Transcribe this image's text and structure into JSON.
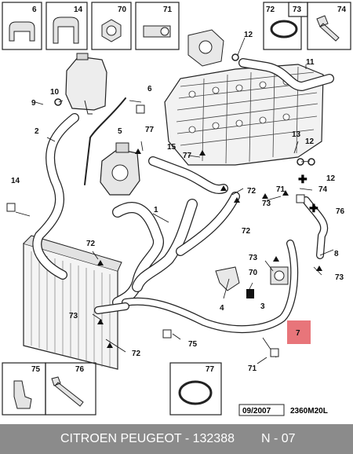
{
  "part_boxes": {
    "b6": "6",
    "b14": "14",
    "b70": "70",
    "b71": "71",
    "b72": "72",
    "b73": "73",
    "b74": "74",
    "b75": "75",
    "b76": "76",
    "b77": "77"
  },
  "callouts": {
    "c12a": "12",
    "c11": "11",
    "c6": "6",
    "c10": "10",
    "c9": "9",
    "c5": "5",
    "c2": "2",
    "c77a": "77",
    "c15": "15",
    "c77b": "77",
    "c13": "13",
    "c12b": "12",
    "c12c": "12",
    "c74": "74",
    "c72a": "72",
    "c71a": "71",
    "c73a": "73",
    "c76": "76",
    "c14": "14",
    "c1": "1",
    "c72b": "72",
    "c8": "8",
    "c72c": "72",
    "c73b": "73",
    "c73c": "73",
    "c70": "70",
    "c4": "4",
    "c3": "3",
    "c73d": "73",
    "c75": "75",
    "c72d": "72",
    "c71b": "71",
    "c7": "7"
  },
  "stamp": {
    "date": "09/2007",
    "code": "2360M20L"
  },
  "footer": {
    "title": "CITROEN PEUGEOT - 132388",
    "page": "N - 07"
  },
  "colors": {
    "highlight": "#e8757a",
    "footer_bg": "#8b8b8b"
  }
}
